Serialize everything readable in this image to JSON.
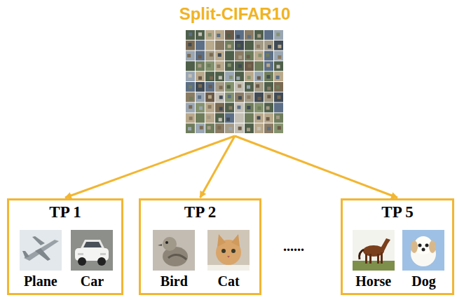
{
  "diagram": {
    "nodes": [
      {
        "text": [
          "Split-CIFAR10"
        ]
      },
      {
        "text": [
          "TP 1",
          "Plane",
          "Car"
        ]
      },
      {
        "text": [
          "TP 2",
          "Bird",
          "Cat"
        ]
      },
      {
        "text": [
          "TP 5",
          "Horse",
          "Dog"
        ]
      }
    ],
    "edges": [
      {
        "from": 0,
        "to": 1,
        "arrow": "to"
      },
      {
        "from": 0,
        "to": 2,
        "arrow": "to"
      },
      {
        "from": 0,
        "to": 3,
        "arrow": "to"
      }
    ],
    "labels": [
      "......"
    ]
  }
}
